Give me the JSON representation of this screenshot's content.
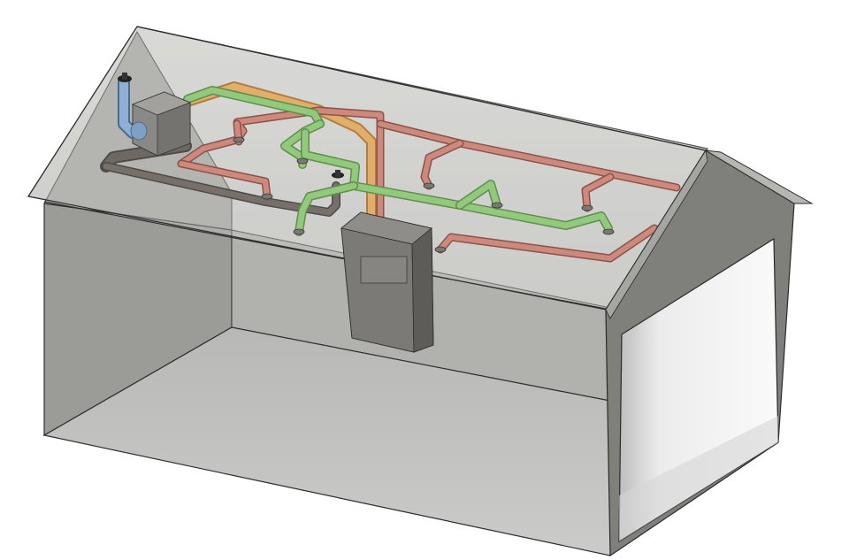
{
  "diagram": {
    "subject": "house-ventilation-ducting-3d-model",
    "colors": {
      "background": "#ffffff",
      "wall_left": "#9a9a98",
      "wall_back": "#a9a9a6",
      "floor": "#c3c3c1",
      "roof": "#d0d0cd",
      "gable_front": "#7e7e7b",
      "gable_edge": "#b6b6b3",
      "opening_light": "#f4f4f4",
      "opening_shadow": "#cfcfcf",
      "outline": "#2a2a2a",
      "supply_duct": "#8fc47a",
      "supply_duct_dark": "#5e8f4c",
      "extract_duct": "#c9857a",
      "extract_duct_dark": "#8e5148",
      "fresh_air_duct": "#d9a463",
      "exhaust_duct": "#6b6660",
      "intake_duct": "#7f9fc4",
      "unit_box": "#8a8884",
      "unit_box_dark": "#6c6a66"
    },
    "components": [
      {
        "id": "heat-recovery-unit",
        "kind": "box"
      },
      {
        "id": "roof-cowl-left",
        "kind": "terminal"
      },
      {
        "id": "air-handler-cabinet",
        "kind": "box"
      },
      {
        "id": "supply-ducting",
        "kind": "duct-network",
        "color": "supply_duct"
      },
      {
        "id": "extract-ducting",
        "kind": "duct-network",
        "color": "extract_duct"
      },
      {
        "id": "fresh-air-ducting",
        "kind": "duct-network",
        "color": "fresh_air_duct"
      },
      {
        "id": "exhaust-ducting",
        "kind": "duct-network",
        "color": "exhaust_duct"
      }
    ]
  }
}
